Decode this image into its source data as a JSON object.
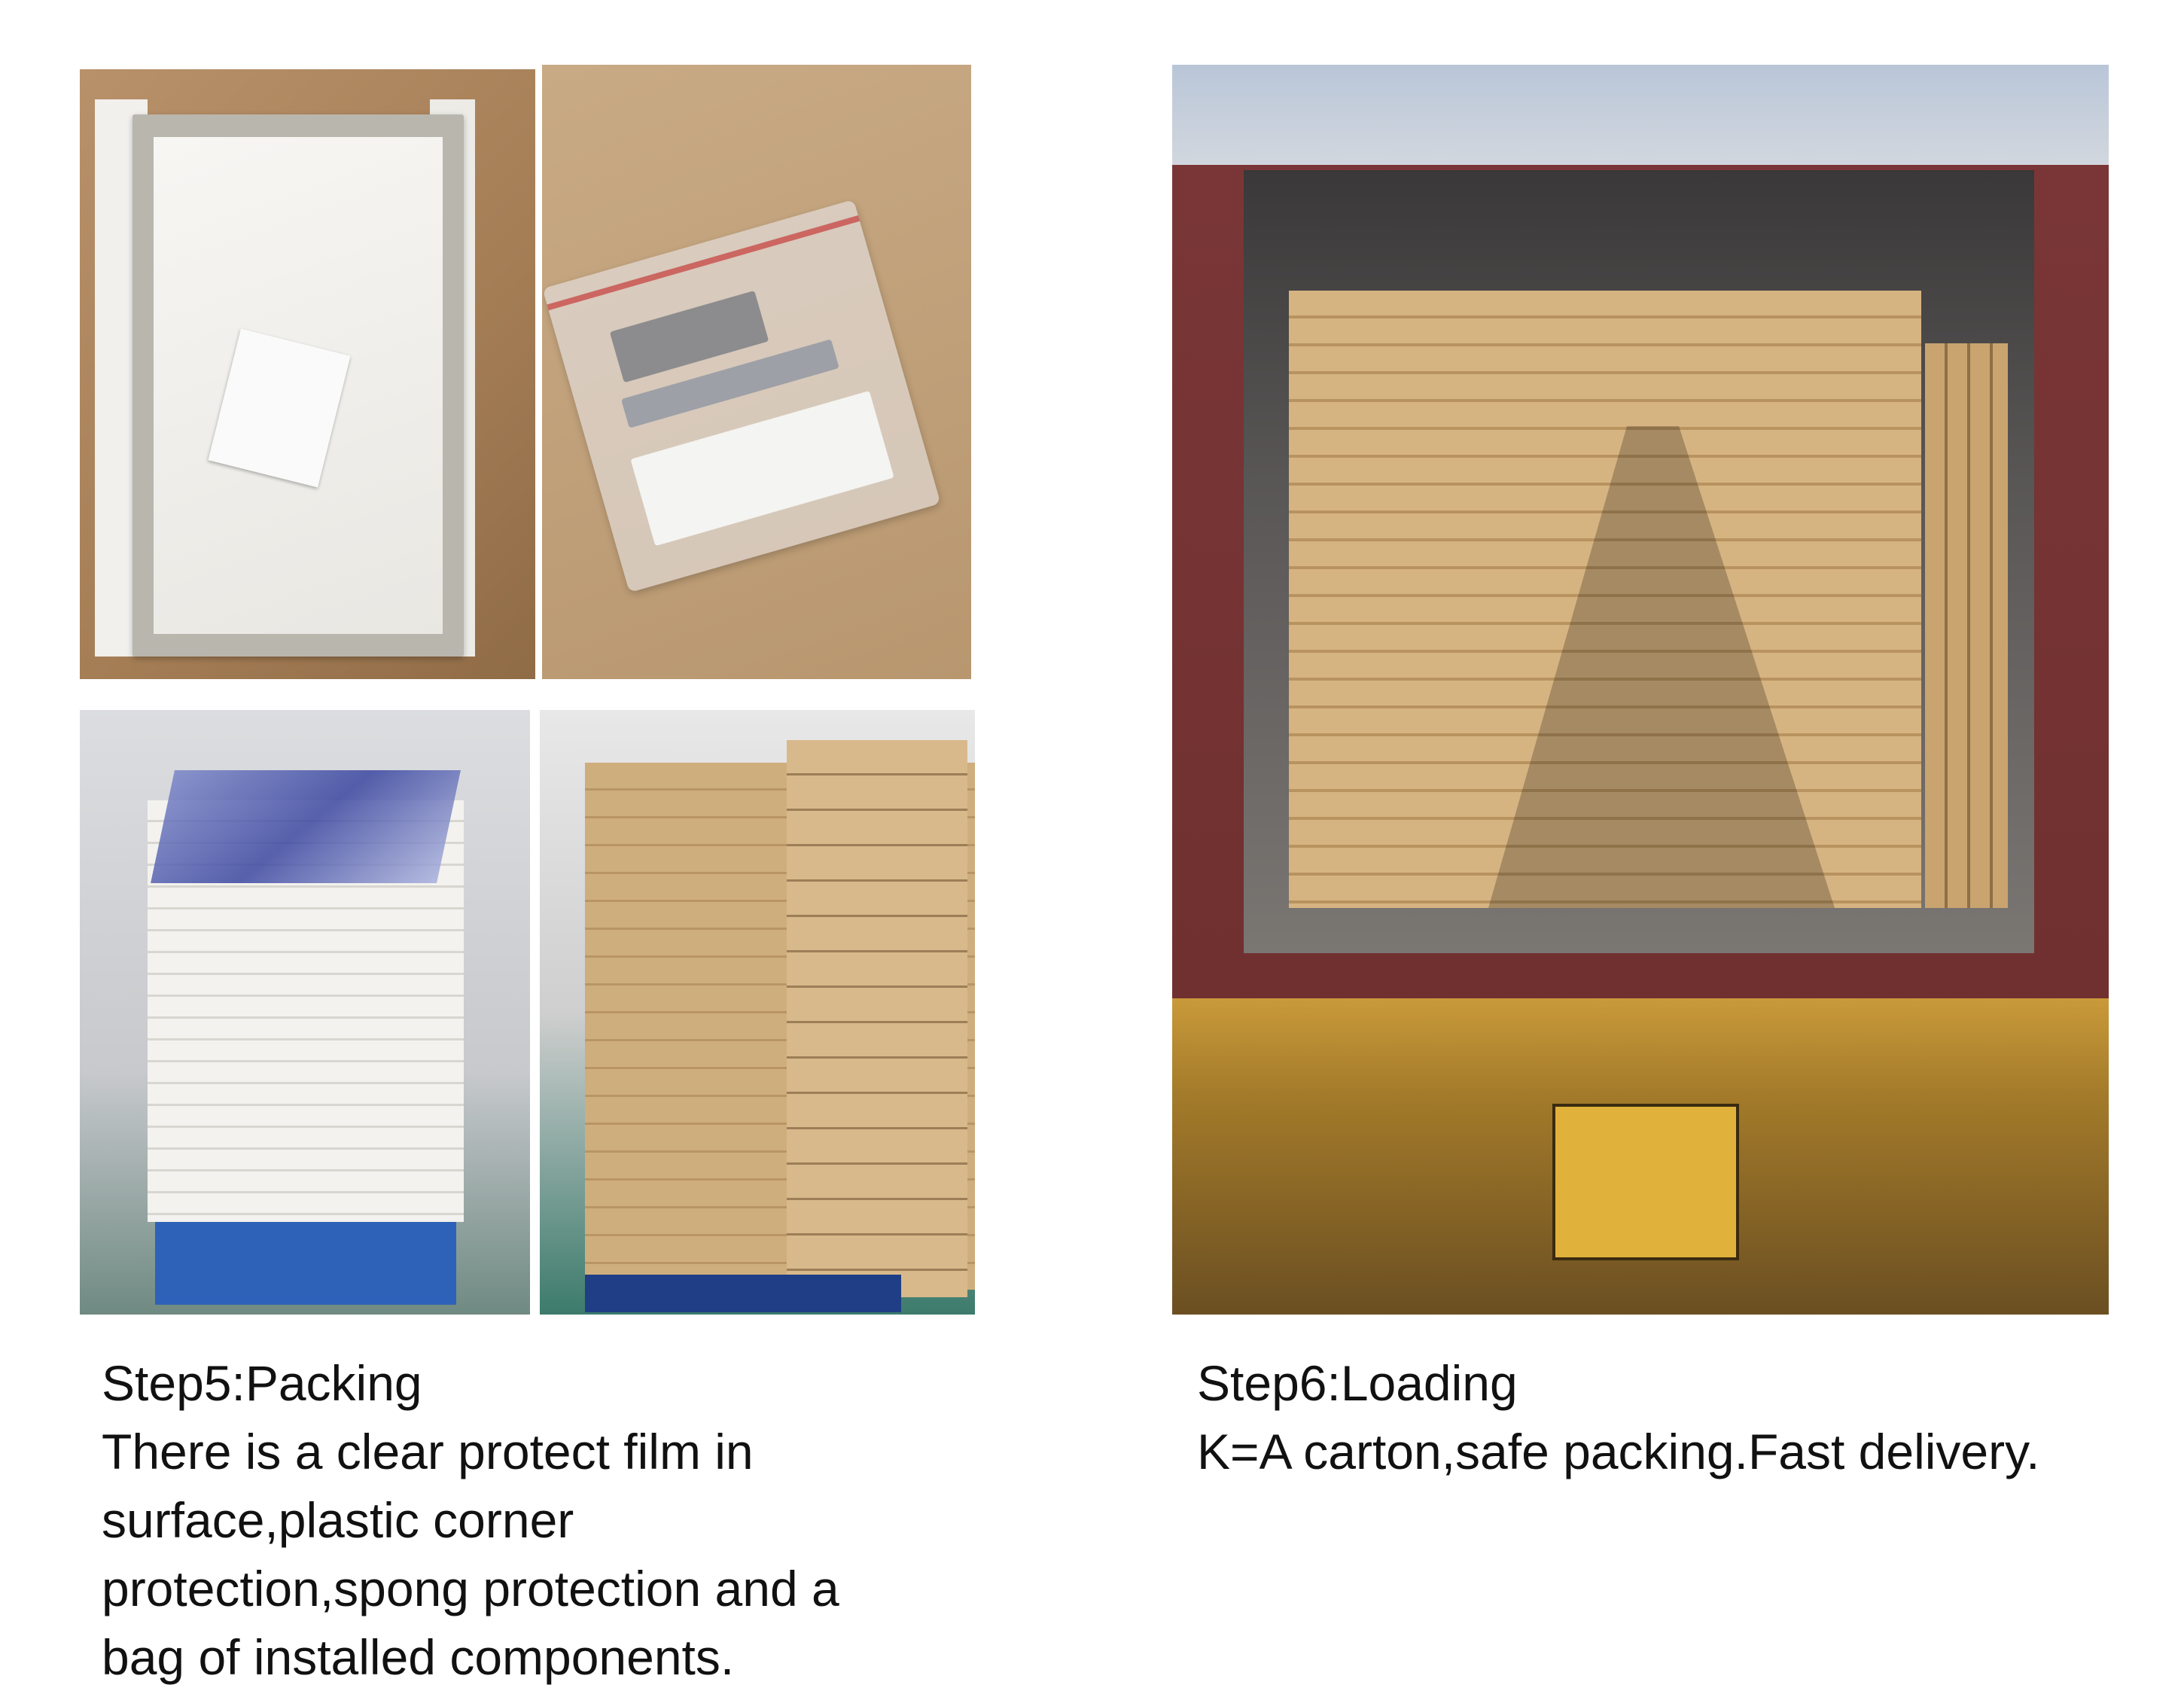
{
  "step5": {
    "title": "Step5:Packing",
    "lines": [
      "There is a clear protect film in",
      "surface,plastic corner",
      "protection,spong protection and a",
      "bag of installed components."
    ]
  },
  "step6": {
    "title": "Step6:Loading",
    "lines": [
      "K=A carton,safe packing.Fast delivery."
    ]
  },
  "colors": {
    "background": "#ffffff",
    "text": "#111111"
  }
}
